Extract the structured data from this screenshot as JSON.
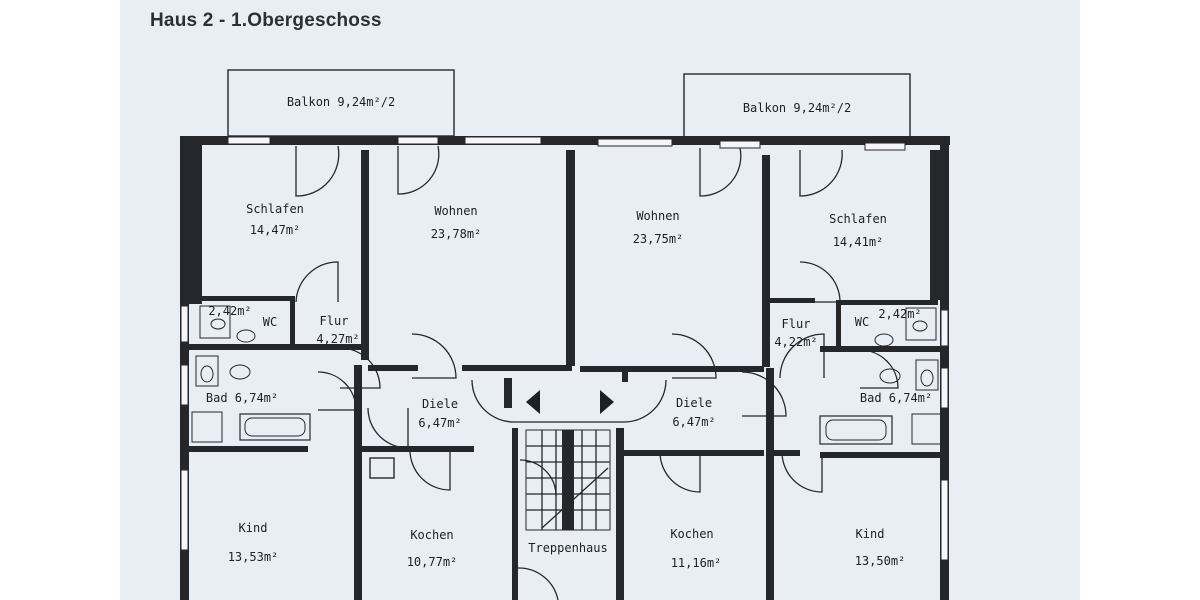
{
  "title": "Haus 2 - 1.Obergeschoss",
  "rooms": {
    "balkon_left": "Balkon 9,24m²/2",
    "balkon_right": "Balkon 9,24m²/2",
    "schlafen_left": {
      "name": "Schlafen",
      "area": "14,47m²"
    },
    "wohnen_left": {
      "name": "Wohnen",
      "area": "23,78m²"
    },
    "wohnen_right": {
      "name": "Wohnen",
      "area": "23,75m²"
    },
    "schlafen_right": {
      "name": "Schlafen",
      "area": "14,41m²"
    },
    "wc_left": {
      "name": "WC",
      "area": "2,42m²"
    },
    "flur_left": {
      "name": "Flur",
      "area": "4,27m²"
    },
    "flur_right": {
      "name": "Flur",
      "area": "4,22m²"
    },
    "wc_right": {
      "name": "WC",
      "area": "2,42m²"
    },
    "bad_left": "Bad 6,74m²",
    "bad_right": "Bad 6,74m²",
    "diele_left": {
      "name": "Diele",
      "area": "6,47m²"
    },
    "diele_right": {
      "name": "Diele",
      "area": "6,47m²"
    },
    "kind_left": {
      "name": "Kind",
      "area": "13,53m²"
    },
    "kochen_left": {
      "name": "Kochen",
      "area": "10,77m²"
    },
    "treppenhaus": "Treppenhaus",
    "kochen_right": {
      "name": "Kochen",
      "area": "11,16m²"
    },
    "kind_right": {
      "name": "Kind",
      "area": "13,50m²"
    }
  }
}
